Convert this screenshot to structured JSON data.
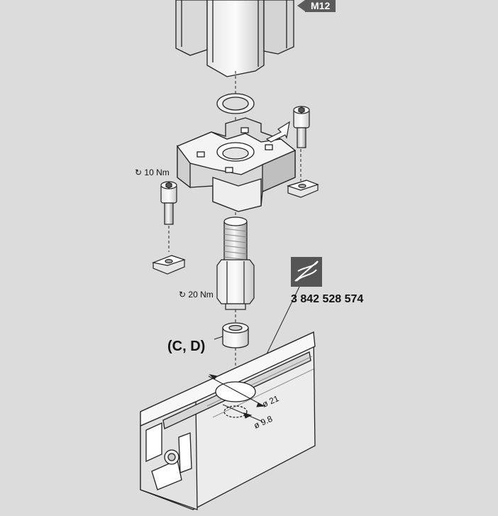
{
  "labels": {
    "thread_size": "M12",
    "torque_top": "10 Nm",
    "torque_bottom": "20 Nm",
    "torque_symbol": "↻",
    "part_number": "3 842 528 574",
    "variant": "(C, D)",
    "dia_large": "ø 21",
    "dia_small": "ø 9.8"
  },
  "icons": {
    "tool": "drill-bit-icon",
    "rotation": "clockwise-arrow-icon"
  },
  "colors": {
    "background": "#dcdcdc",
    "tag": "#5a5a5a",
    "icon_box": "#555555",
    "line": "#222222",
    "part_light": "#f2f2f2",
    "part_mid": "#cfcfcf",
    "part_dark": "#a9a9a9"
  }
}
